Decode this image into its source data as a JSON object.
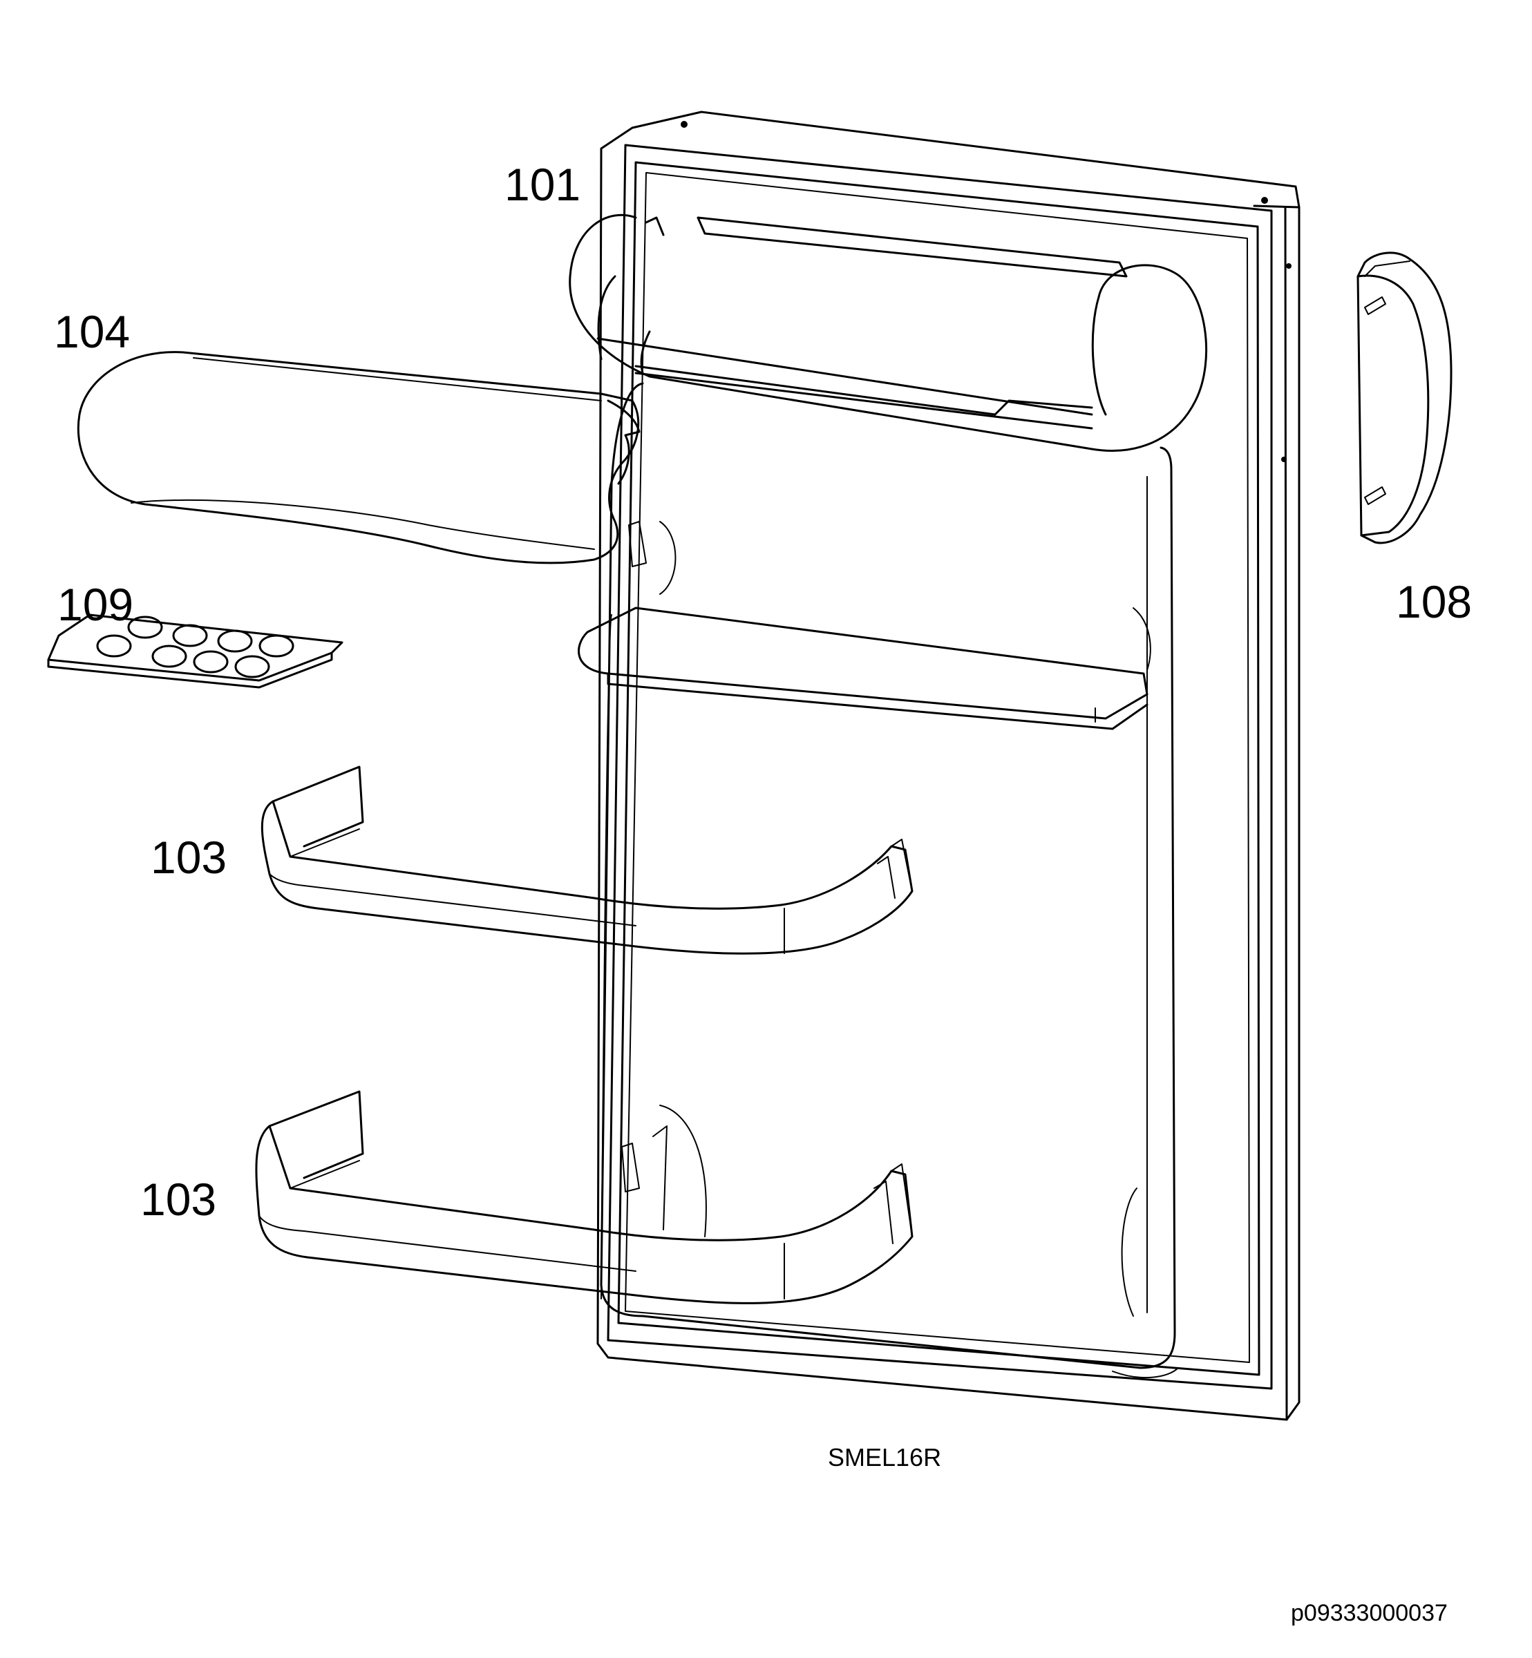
{
  "diagram": {
    "part_labels": {
      "p101": "101",
      "p104": "104",
      "p109": "109",
      "p103_upper": "103",
      "p103_lower": "103",
      "p108": "108"
    },
    "model_code": "SMEL16R",
    "reference_code": "p09333000037",
    "line_color": "#000000",
    "background_color": "#ffffff"
  }
}
